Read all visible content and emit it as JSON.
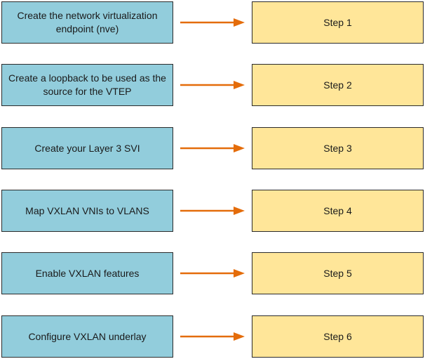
{
  "colors": {
    "left_fill": "#92cddc",
    "right_fill": "#ffe699",
    "arrow": "#e46c0a",
    "border": "#2b2b2b"
  },
  "rows": [
    {
      "task": "Create the network virtualization endpoint (nve)",
      "step": "Step 1"
    },
    {
      "task": "Create a loopback to be used as the source for the VTEP",
      "step": "Step 2"
    },
    {
      "task": "Create your Layer 3 SVI",
      "step": "Step 3"
    },
    {
      "task": "Map VXLAN VNIs to VLANS",
      "step": "Step 4"
    },
    {
      "task": "Enable VXLAN features",
      "step": "Step 5"
    },
    {
      "task": "Configure VXLAN underlay",
      "step": "Step 6"
    }
  ]
}
